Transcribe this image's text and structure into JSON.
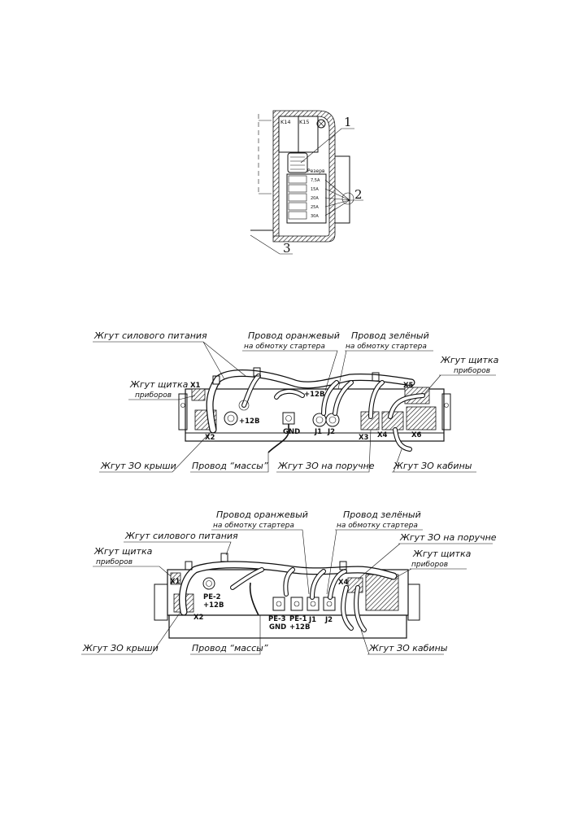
{
  "fig1": {
    "relay_k14": "K14",
    "relay_k15": "K15",
    "reserve": "Резерв",
    "fuses": [
      "7,5A",
      "15A",
      "20A",
      "25A",
      "30A"
    ],
    "callouts": [
      "1",
      "2",
      "3"
    ]
  },
  "fig2": {
    "labels": {
      "power_harness": "Жгут силового питания",
      "orange_wire": "Провод оранжевый",
      "orange_wire_sub": "на обмотку стартера",
      "green_wire": "Провод зелёный",
      "green_wire_sub": "на обмотку стартера",
      "panel_harness_right": "Жгут щитка",
      "panel_harness_right_sub": "приборов",
      "panel_harness_left": "Жгут щитка",
      "panel_harness_left_sub": "приборов",
      "roof_harness": "Жгут ЗО крыши",
      "ground_wire": "Провод “массы”",
      "handrail_harness": "Жгут ЗО на поручне",
      "cab_harness": "Жгут ЗО кабины"
    },
    "pins": {
      "x1": "X1",
      "x2": "X2",
      "x3": "X3",
      "x4": "X4",
      "x5": "X5",
      "x6": "X6",
      "p12v_left": "+12В",
      "p12v_top": "+12В",
      "gnd": "GND",
      "j1": "J1",
      "j2": "J2"
    }
  },
  "fig3": {
    "labels": {
      "orange_wire": "Провод оранжевый",
      "orange_wire_sub": "на обмотку стартера",
      "green_wire": "Провод зелёный",
      "green_wire_sub": "на обмотку стартера",
      "power_harness": "Жгут силового питания",
      "handrail_harness": "Жгут ЗО на поручне",
      "panel_harness_left": "Жгут щитка",
      "panel_harness_left_sub": "приборов",
      "panel_harness_right": "Жгут щитка",
      "panel_harness_right_sub": "приборов",
      "roof_harness": "Жгут ЗО крыши",
      "ground_wire": "Провод “массы”",
      "cab_harness": "Жгут ЗО кабины"
    },
    "pins": {
      "x1": "X1",
      "x2": "X2",
      "x4": "X4",
      "pe2": "PE-2",
      "pe2_v": "+12В",
      "pe3": "PE-3",
      "pe3_gnd": "GND",
      "pe1": "PE-1",
      "pe1_v": "+12В",
      "j1": "J1",
      "j2": "J2"
    }
  }
}
